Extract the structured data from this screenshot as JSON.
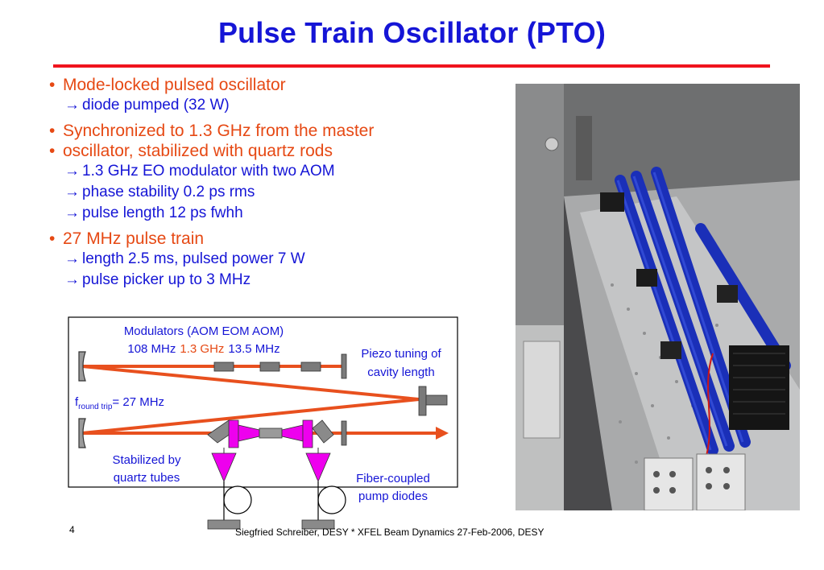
{
  "title": "Pulse Train Oscillator (PTO)",
  "bullets": [
    {
      "text": "Mode-locked pulsed oscillator",
      "subs": [
        "diode pumped (32 W)"
      ]
    },
    {
      "text": "Synchronized to 1.3 GHz from the master",
      "text2": "oscillator, stabilized with quartz rods",
      "subs": [
        "1.3 GHz EO modulator with two AOM",
        "phase stability 0.2 ps rms",
        "pulse length 12 ps fwhh"
      ]
    },
    {
      "text": "27 MHz pulse train",
      "subs": [
        "length 2.5 ms, pulsed power 7 W",
        "pulse picker up to 3 MHz"
      ]
    }
  ],
  "arrow_glyph": "→",
  "diagram": {
    "modulators_label": "Modulators (AOM EOM AOM)",
    "freq_1": "108 MHz",
    "freq_2": "1.3 GHz",
    "freq_3": "13.5 MHz",
    "piezo_line1": "Piezo tuning of",
    "piezo_line2": "cavity length",
    "f_round_trip_prefix": "f",
    "f_round_trip_sub": "round trip",
    "f_round_trip_value": "= 27 MHz",
    "stabilized_line1": "Stabilized by",
    "stabilized_line2": "quartz tubes",
    "fiber_line1": "Fiber-coupled",
    "fiber_line2": "pump diodes"
  },
  "colors": {
    "title": "#1515d6",
    "bullet": "#e64914",
    "sub": "#1515d6",
    "rule": "#f0141e",
    "beam": "#e8501e",
    "magenta": "#ee00ee",
    "component": "#7a7a7a"
  },
  "page_number": "4",
  "footer": "Siegfried Schreiber, DESY  * XFEL Beam Dynamics 27-Feb-2006, DESY"
}
